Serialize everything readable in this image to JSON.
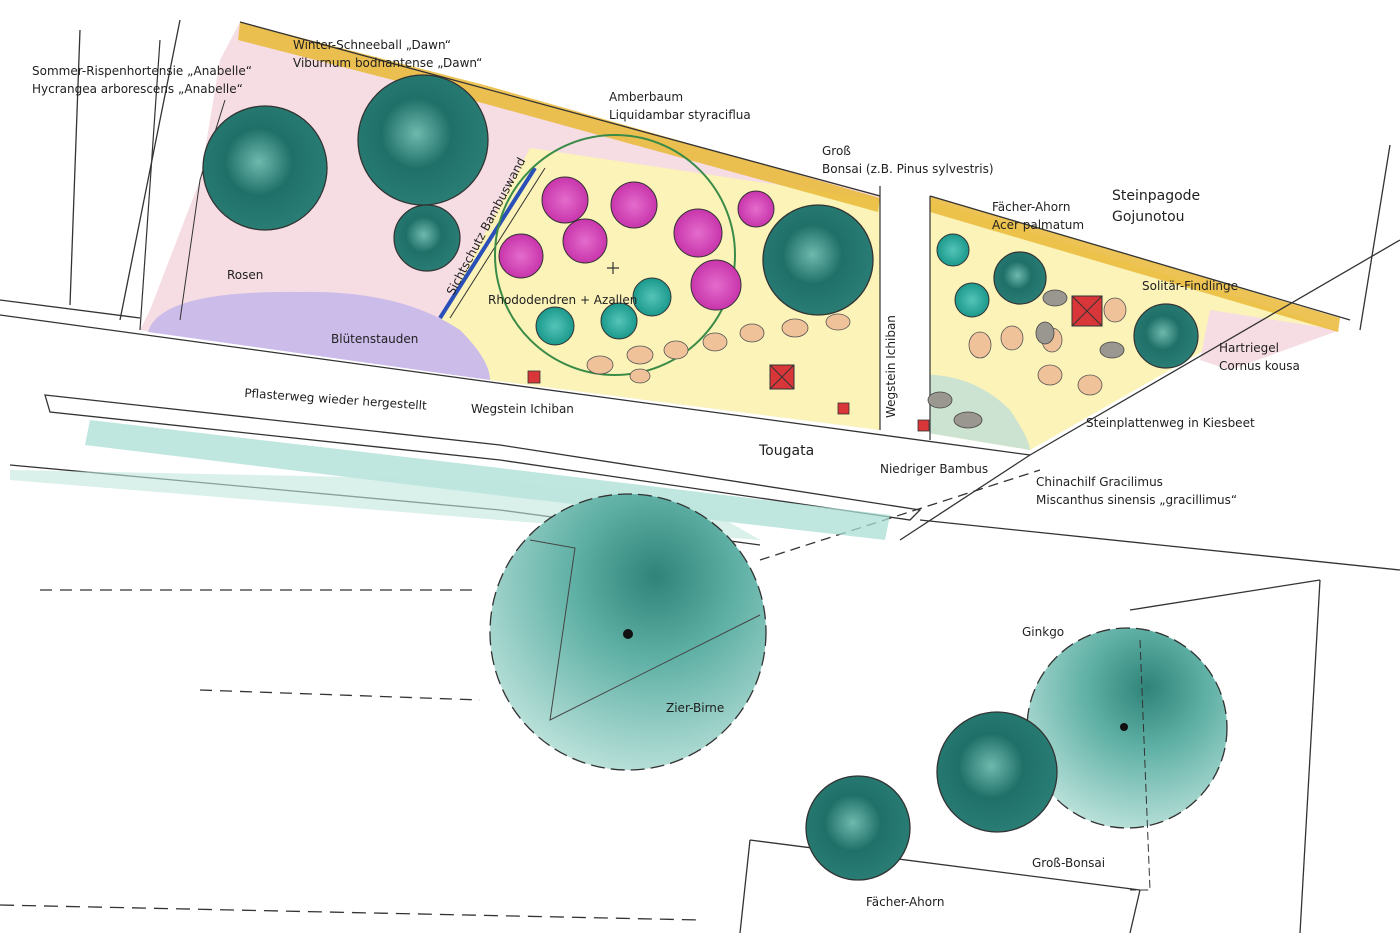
{
  "labels": {
    "sommer_rispen_1": "Sommer-Rispenhortensie „Anabelle“",
    "sommer_rispen_2": "Hycrangea arborescens „Anabelle“",
    "winter_schnee_1": "Winter-Schneeball „Dawn“",
    "winter_schnee_2": "Viburnum bodnantense „Dawn“",
    "amberbaum_1": "Amberbaum",
    "amberbaum_2": "Liquidambar styraciflua",
    "gross": "Groß",
    "bonsai": "Bonsai (z.B. Pinus sylvestris)",
    "faecher_ahorn_1": "Fächer-Ahorn",
    "faecher_ahorn_2": "Acer palmatum",
    "steinpagode_1": "Steinpagode",
    "steinpagode_2": "Gojunotou",
    "solitaer": "Solitär-Findlinge",
    "hartriegel_1": "Hartriegel",
    "hartriegel_2": "Cornus kousa",
    "rosen": "Rosen",
    "sichtschutz": "Sichtschutz Bambuswand",
    "rhododendren": "Rhododendren + Azallen",
    "bluetenstauden": "Blütenstauden",
    "wegstein_vertical": "Wegstein Ichiban",
    "pflasterweg": "Pflasterweg wieder hergestellt",
    "wegstein_ichiban": "Wegstein Ichiban",
    "steinplattenweg": "Steinplattenweg in Kiesbeet",
    "tougata": "Tougata",
    "niedriger_bambus": "Niedriger Bambus",
    "chinaschilf_1": "Chinachilf Gracilimus",
    "chinaschilf_2": "Miscanthus sinensis „gracillimus“",
    "zierbirne": "Zier-Birne",
    "ginkgo": "Ginkgo",
    "gross_bonsai": "Groß-Bonsai",
    "faecher_ahorn_bottom": "Fächer-Ahorn"
  },
  "colors": {
    "tree_dark": "#1e6e66",
    "tree_light": "#9fd6cc",
    "magenta": "#d43fb8",
    "teal_shrub": "#27a89a",
    "bed_pink": "#f4d3da",
    "bed_yellow": "#fbf3b8",
    "bed_purple": "#b9a8e0",
    "gold_border": "#e7b630",
    "stone": "#efc29a",
    "red_mark": "#d9363a",
    "bamboo_blue": "#2a4fb8",
    "line": "#333333"
  }
}
